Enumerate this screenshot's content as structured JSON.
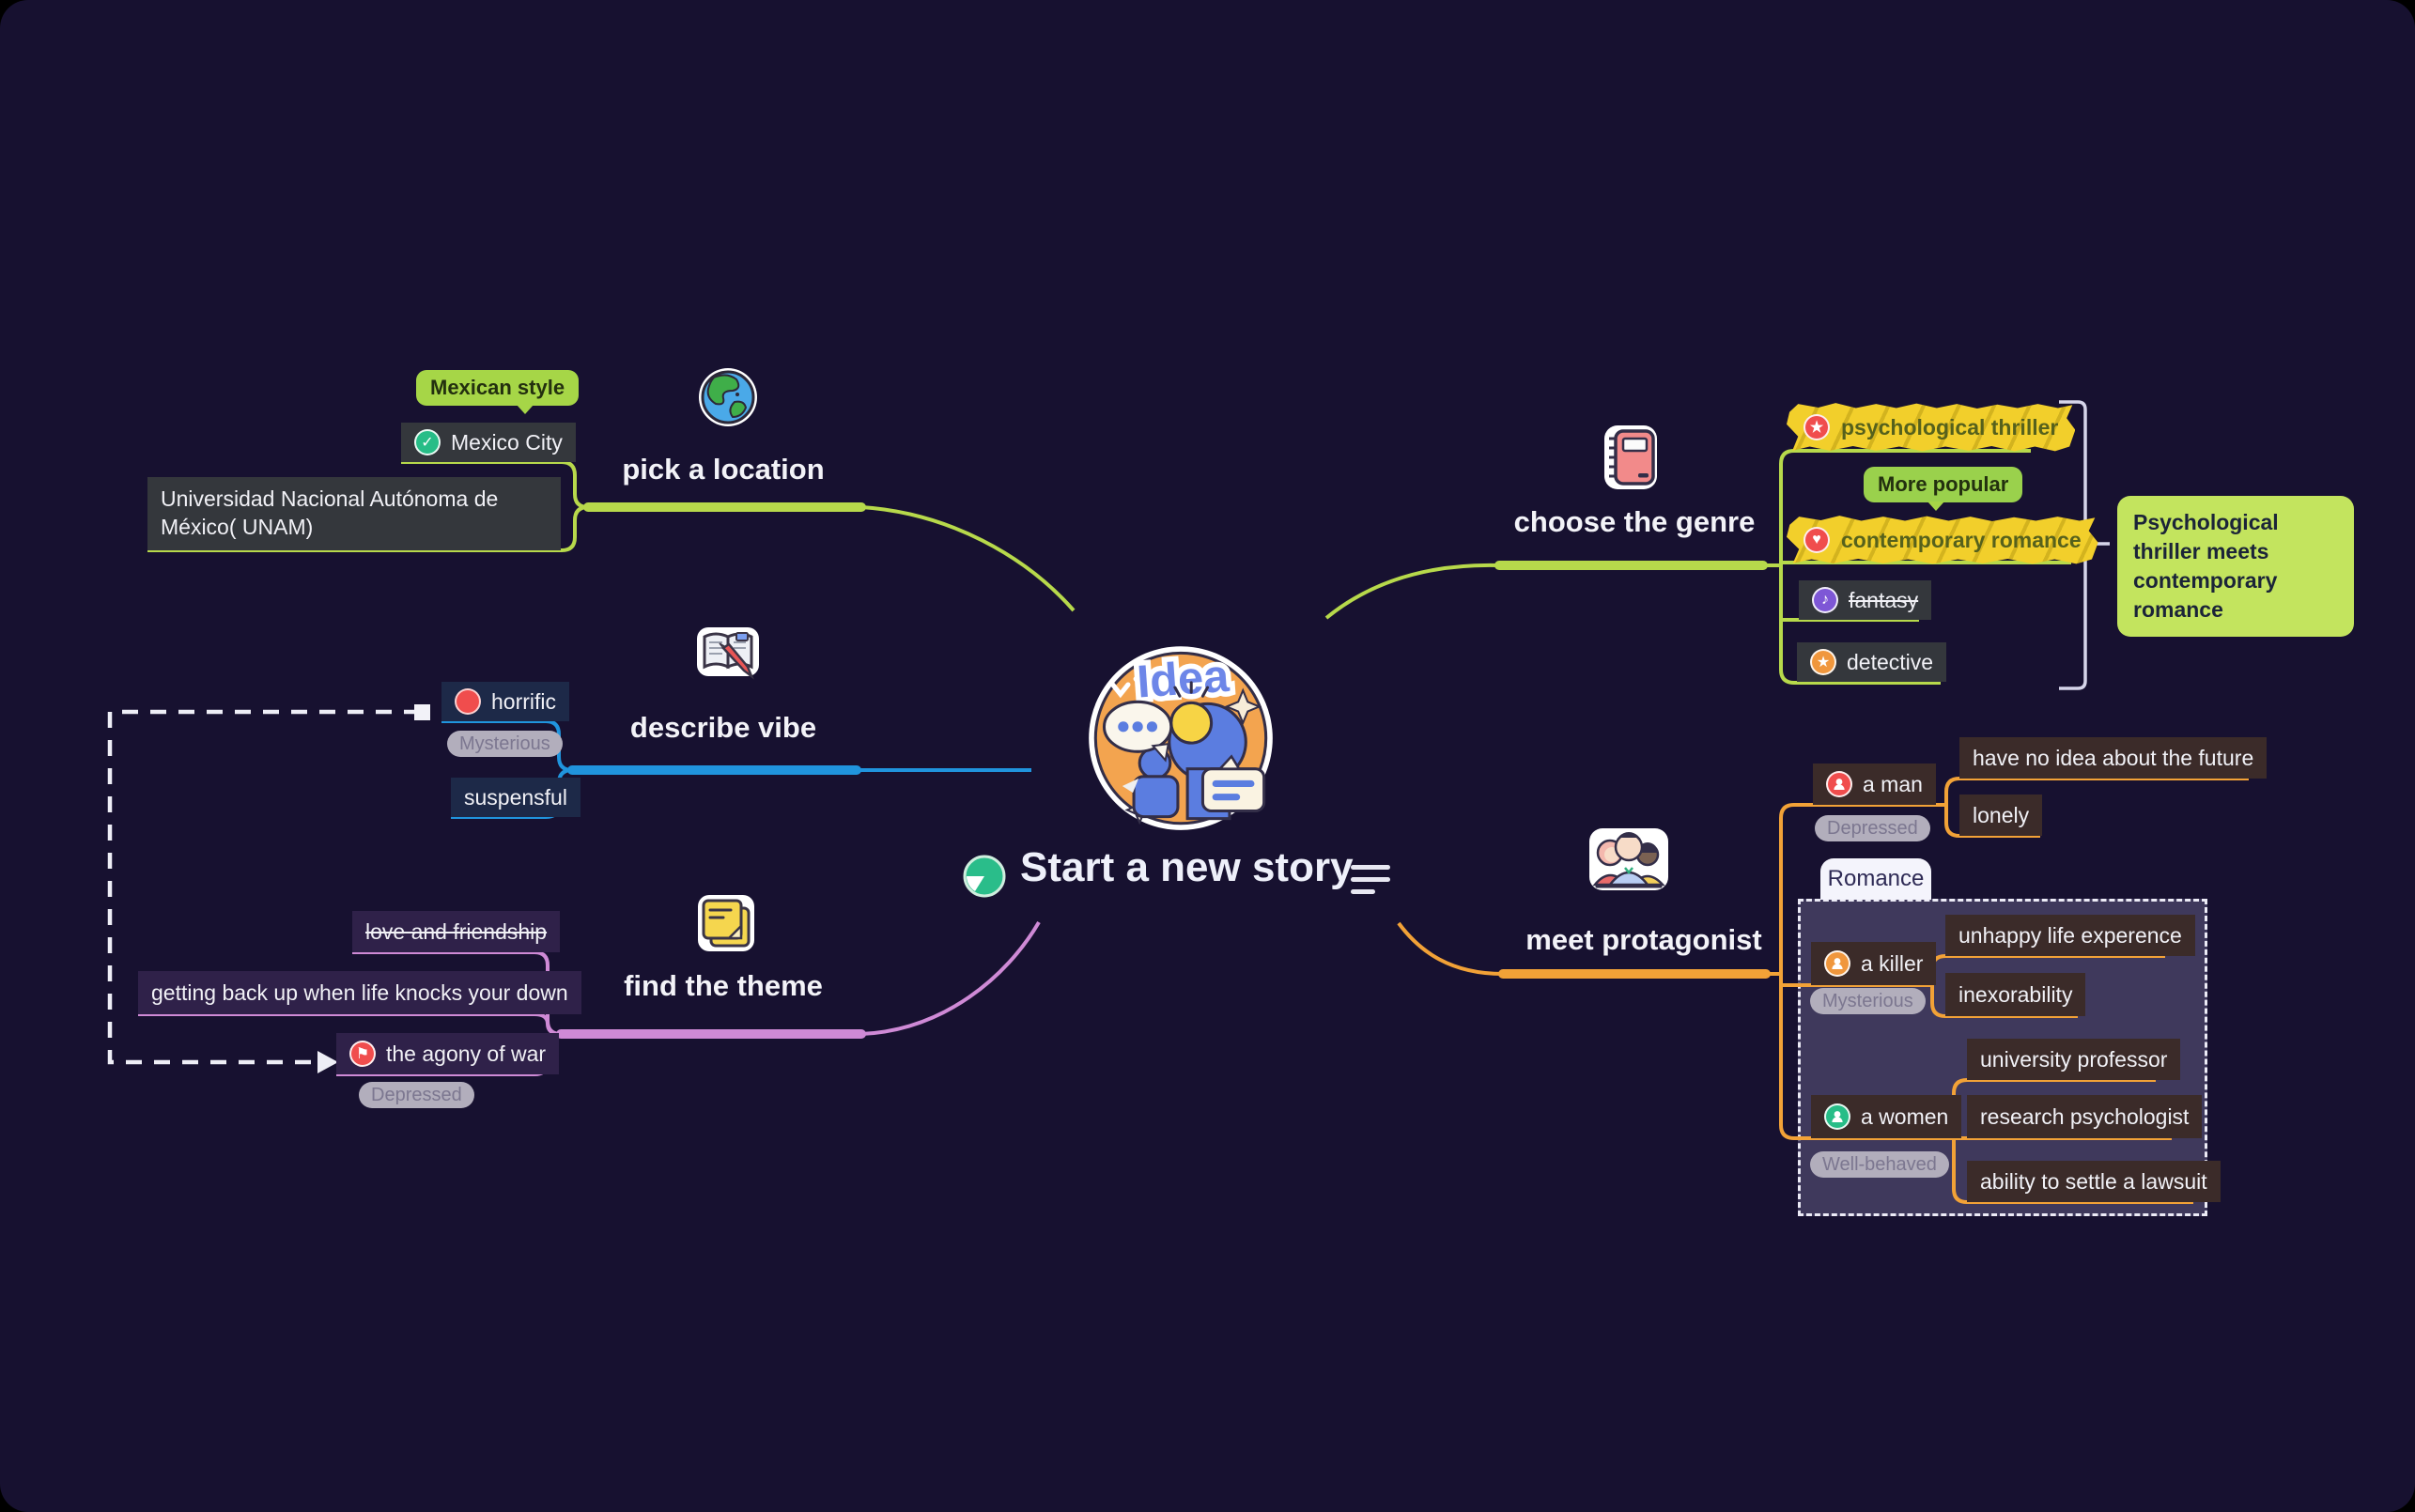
{
  "central": {
    "title": "Start a new story",
    "sticker_word": "Idea",
    "progress_icon": "pie-icon",
    "notes_icon": "notes-lines-icon"
  },
  "branches": {
    "location": {
      "label": "pick a location",
      "topic_icon": "globe-icon",
      "tag": "Mexican style",
      "city": {
        "text": "Mexico City",
        "icon": "check-circle-icon"
      },
      "university": {
        "text": "Universidad Nacional Autónoma de México( UNAM)"
      }
    },
    "vibe": {
      "label": "describe vibe",
      "topic_icon": "book-pencil-icon",
      "horrific": {
        "text": "horrific",
        "icon": "red-dot-icon",
        "tag": "Mysterious"
      },
      "suspensful": {
        "text": "suspensful"
      }
    },
    "theme": {
      "label": "find the theme",
      "topic_icon": "sticky-notes-icon",
      "love": {
        "text": "love and friendship"
      },
      "getting": {
        "text": "getting back up when life knocks your down"
      },
      "agony": {
        "text": "the agony of war",
        "icon": "flag-circle-icon",
        "tag": "Depressed"
      }
    },
    "genre": {
      "label": "choose the genre",
      "topic_icon": "notebook-icon",
      "thriller": {
        "text": "psychological thriller",
        "icon": "star-red-circle-icon"
      },
      "romance": {
        "text": "contemporary romance",
        "icon": "heart-red-circle-icon",
        "tag": "More popular"
      },
      "fantasy": {
        "text": "fantasy",
        "icon": "music-purple-circle-icon"
      },
      "detective": {
        "text": "detective",
        "icon": "star-orange-circle-icon"
      },
      "callout": "Psychological thriller meets contemporary romance"
    },
    "protagonist": {
      "label": "meet protagonist",
      "topic_icon": "people-group-icon",
      "boundary_label": "Romance",
      "man": {
        "text": "a man",
        "icon": "person-red-circle-icon",
        "tag": "Depressed",
        "children": [
          "have no idea about the future",
          "lonely"
        ]
      },
      "killer": {
        "text": "a killer",
        "icon": "person-orange-circle-icon",
        "tag": "Mysterious",
        "children": [
          "unhappy life experence",
          "inexorability"
        ]
      },
      "woman": {
        "text": "a women",
        "icon": "person-green-circle-icon",
        "tag": "Well-behaved",
        "children": [
          "university professor",
          "research psychologist",
          "ability to settle a lawsuit"
        ]
      }
    }
  },
  "colors": {
    "background": "#171130",
    "branch_lime": "#b7d94b",
    "branch_blue": "#2094dd",
    "branch_plum": "#cf8ad6",
    "branch_orange": "#f2a237",
    "highlight_yellow": "#f2cf2b",
    "tag_green": "#a6d647",
    "callout_green": "#c3e45e",
    "emerald": "#27bd87",
    "marker_red": "#f04d4d",
    "marker_purple": "#7e57d6",
    "marker_orange": "#f0973d",
    "selection_panel": "#4b4967"
  }
}
